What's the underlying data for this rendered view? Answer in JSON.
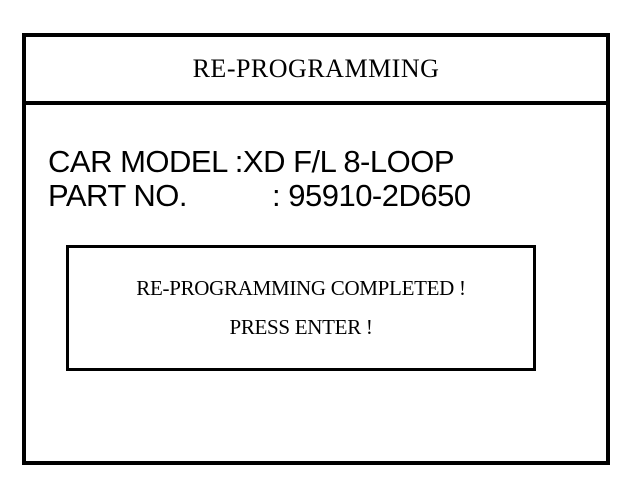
{
  "screen": {
    "title": "RE-PROGRAMMING",
    "car_model_label": "CAR MODEL : ",
    "car_model_value": "XD F/L 8-LOOP",
    "part_no_label": "PART NO.",
    "part_no_value": ": 95910-2D650"
  },
  "message": {
    "line1": "RE-PROGRAMMING  COMPLETED !",
    "line2": "PRESS ENTER !"
  },
  "colors": {
    "foreground": "#000000",
    "background": "#ffffff"
  }
}
